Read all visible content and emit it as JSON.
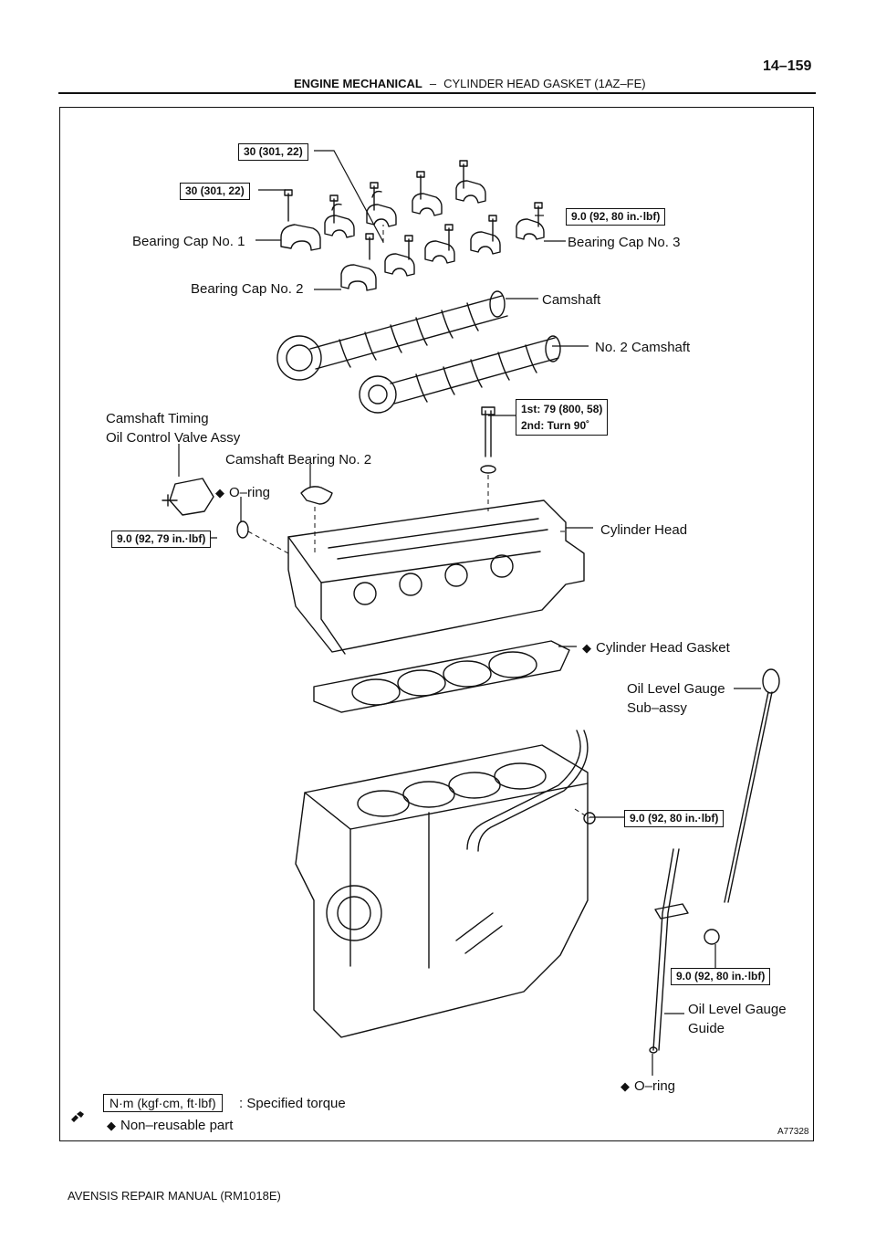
{
  "header": {
    "section": "ENGINE MECHANICAL",
    "subsection": "CYLINDER HEAD GASKET (1AZ–FE)",
    "page_number": "14–159"
  },
  "footer": {
    "manual": "AVENSIS REPAIR MANUAL   (RM1018E)",
    "figure_id": "A77328"
  },
  "torques": {
    "t1": "30 (301, 22)",
    "t2": "30 (301, 22)",
    "t3": "9.0 (92, 80 in.·lbf)",
    "t4_line1": "1st: 79 (800, 58)",
    "t4_line2": "2nd: Turn 90˚",
    "t5": "9.0 (92, 79 in.·lbf)",
    "t6": "9.0 (92, 80 in.·lbf)",
    "t7": "9.0 (92, 80 in.·lbf)"
  },
  "labels": {
    "bearing_cap_1": "Bearing Cap No. 1",
    "bearing_cap_2": "Bearing Cap No. 2",
    "bearing_cap_3": "Bearing Cap No. 3",
    "camshaft": "Camshaft",
    "camshaft_2": "No. 2 Camshaft",
    "ocv_line1": "Camshaft Timing",
    "ocv_line2": "Oil Control Valve Assy",
    "cam_bearing_2": "Camshaft Bearing No. 2",
    "oring_1": "O–ring",
    "cylinder_head": "Cylinder Head",
    "head_gasket": "Cylinder Head Gasket",
    "gauge_line1": "Oil Level Gauge",
    "gauge_line2": "Sub–assy",
    "guide_line1": "Oil Level Gauge",
    "guide_line2": "Guide",
    "oring_2": "O–ring"
  },
  "legend": {
    "torque_unit": "N·m (kgf·cm, ft·lbf)",
    "torque_desc": ": Specified torque",
    "non_reusable": "Non–reusable part",
    "diamond_symbol": "◆"
  }
}
